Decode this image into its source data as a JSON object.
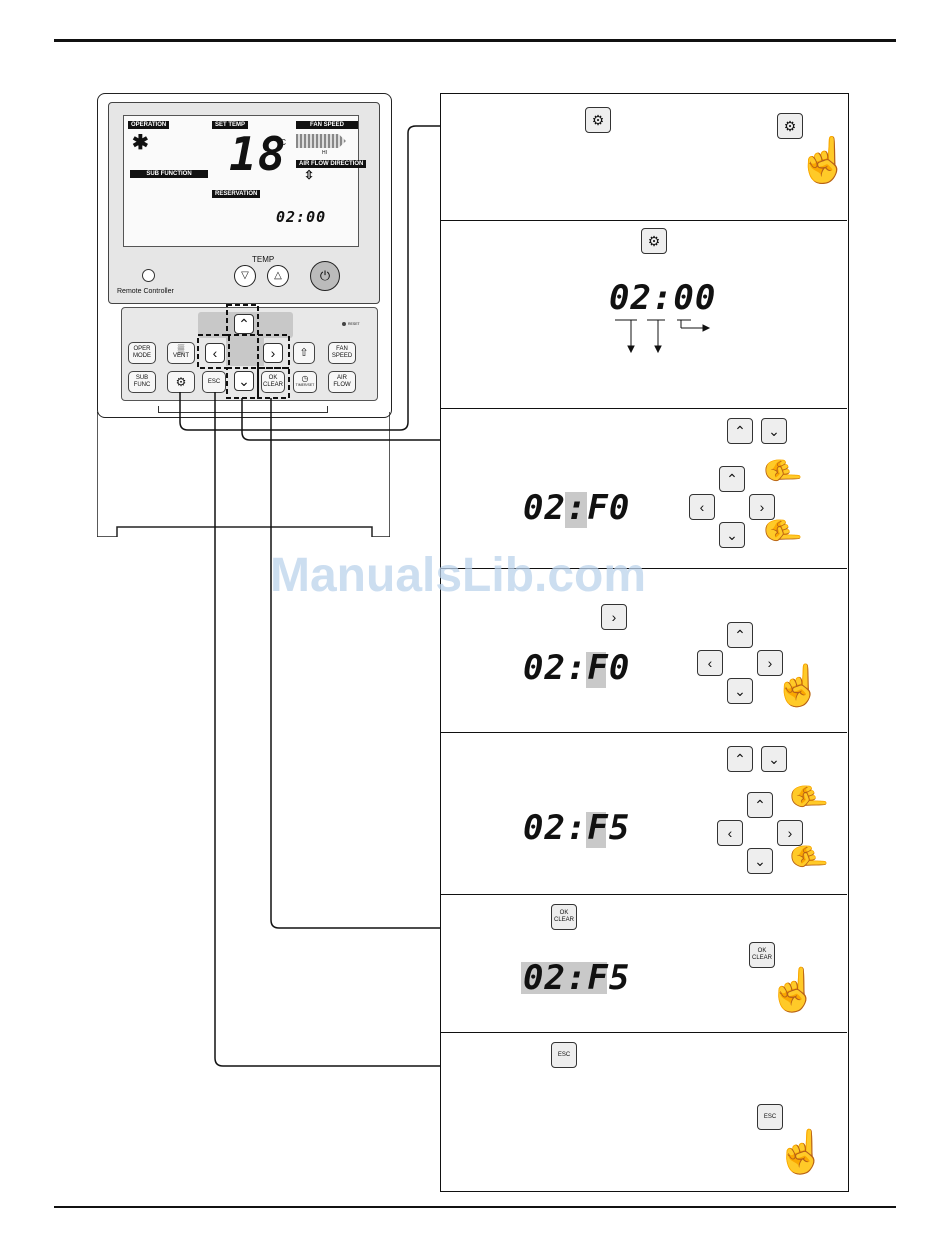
{
  "remote": {
    "lcd": {
      "operation_label": "OPERATION",
      "set_temp_label": "SET TEMP",
      "fan_speed_label": "FAN SPEED",
      "sub_function_label": "SUB FUNCTION",
      "air_flow_label": "AIR FLOW DIRECTION",
      "reservation_label": "RESERVATION",
      "temperature": "18",
      "unit": "°C",
      "fan_level": "HI",
      "reservation_time": "02:00"
    },
    "temp_label": "TEMP",
    "brand_label": "Remote Controller",
    "reset_label": "RESET",
    "keys": {
      "oper_mode": "OPER MODE",
      "sub_func": "SUB FUNC",
      "vent": "VENT",
      "esc": "ESC",
      "ok_clear": "OK CLEAR",
      "timer": "TIMER/SET",
      "fan_speed": "FAN SPEED",
      "air_flow": "AIR FLOW"
    }
  },
  "steps": {
    "step2_display": "02:00",
    "step3_display": "02:F0",
    "step4_display": "02:F0",
    "step5_display": "02:F5",
    "step6_display": "02:F5",
    "ok_label": "OK CLEAR",
    "esc_label": "ESC"
  },
  "watermark": "ManualsLib.com"
}
